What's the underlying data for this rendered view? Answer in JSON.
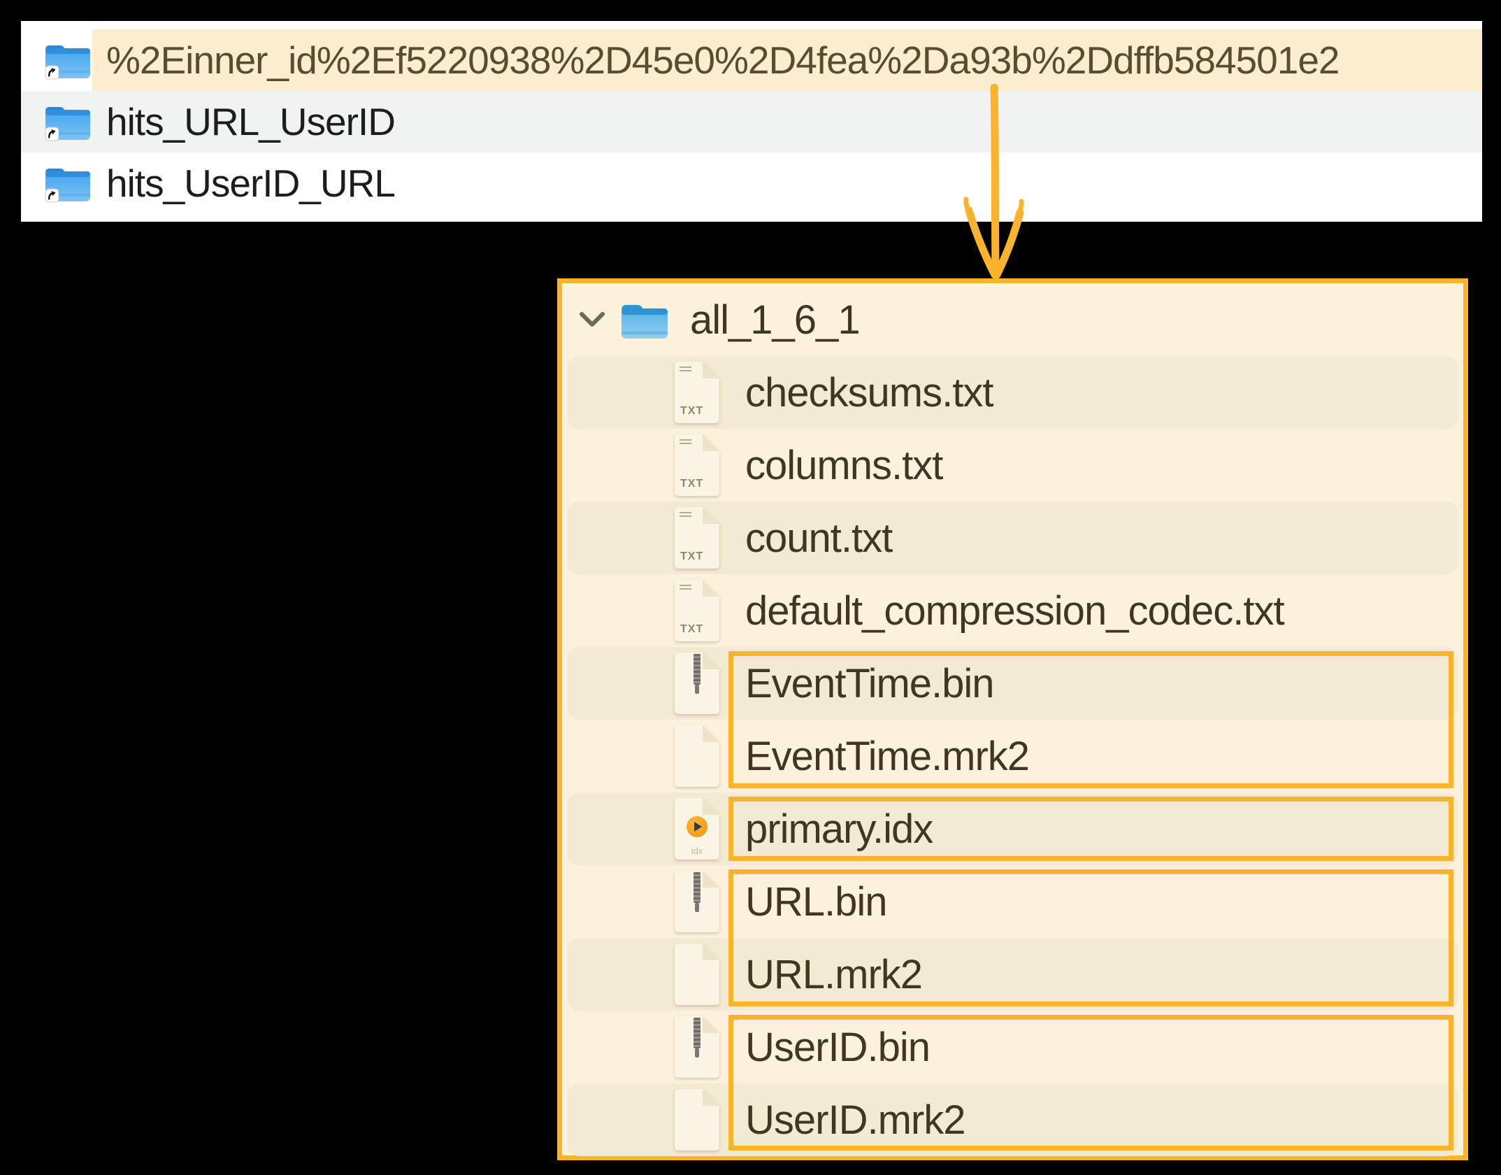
{
  "colors": {
    "background": "#000000",
    "finder_panel_bg": "#ffffff",
    "selected_row_highlight": "#FBEDCD",
    "alt_row_gray": "#F1F3F3",
    "tree_panel_bg": "#FCF2DB",
    "tree_alt_band": "#F3EAD2",
    "accent_orange": "#F9B32C",
    "finder_text": "#1d1d1f",
    "selected_text": "#564e2e",
    "tree_text": "#3f3722"
  },
  "top_panel": {
    "items": [
      {
        "name": "%2Einner_id%2Ef5220938%2D45e0%2D4fea%2Da93b%2Ddffb584501e2",
        "icon": "alias-folder-icon",
        "highlighted": true,
        "row_bg": "white"
      },
      {
        "name": "hits_URL_UserID",
        "icon": "alias-folder-icon",
        "highlighted": false,
        "row_bg": "gray"
      },
      {
        "name": "hits_UserID_URL",
        "icon": "alias-folder-icon",
        "highlighted": false,
        "row_bg": "white"
      }
    ]
  },
  "arrow": {
    "meaning": "points from highlighted inner-table folder down to its expanded part contents",
    "color": "#F9B32C",
    "direction": "down"
  },
  "tree_panel": {
    "root": {
      "name": "all_1_6_1",
      "icon": "folder-icon",
      "expanded": true
    },
    "items": [
      {
        "name": "checksums.txt",
        "icon": "txt-file-icon",
        "band": true,
        "boxed": false
      },
      {
        "name": "columns.txt",
        "icon": "txt-file-icon",
        "band": false,
        "boxed": false
      },
      {
        "name": "count.txt",
        "icon": "txt-file-icon",
        "band": true,
        "boxed": false
      },
      {
        "name": "default_compression_codec.txt",
        "icon": "txt-file-icon",
        "band": false,
        "boxed": false
      },
      {
        "name": "EventTime.bin",
        "icon": "bin-file-icon",
        "band": true,
        "boxed": true
      },
      {
        "name": "EventTime.mrk2",
        "icon": "mrk-file-icon",
        "band": false,
        "boxed": true
      },
      {
        "name": "primary.idx",
        "icon": "idx-file-icon",
        "band": true,
        "boxed": true
      },
      {
        "name": "URL.bin",
        "icon": "bin-file-icon",
        "band": false,
        "boxed": true
      },
      {
        "name": "URL.mrk2",
        "icon": "mrk-file-icon",
        "band": true,
        "boxed": true
      },
      {
        "name": "UserID.bin",
        "icon": "bin-file-icon",
        "band": false,
        "boxed": true
      },
      {
        "name": "UserID.mrk2",
        "icon": "mrk-file-icon",
        "band": true,
        "boxed": true
      }
    ],
    "highlighted_groups": [
      [
        "EventTime.bin",
        "EventTime.mrk2"
      ],
      [
        "primary.idx"
      ],
      [
        "URL.bin",
        "URL.mrk2"
      ],
      [
        "UserID.bin",
        "UserID.mrk2"
      ]
    ],
    "txt_icon_label": "TXT",
    "idx_icon_label": "idx"
  }
}
